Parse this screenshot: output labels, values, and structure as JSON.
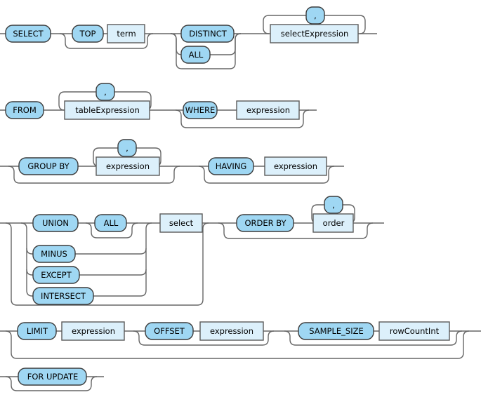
{
  "diagram": {
    "kind": "railroad-syntax-diagram",
    "colors": {
      "keyword_fill": "#9fd7f3",
      "rule_fill": "#dcf0fb",
      "node_border": "#3c3c3c",
      "line": "#666666",
      "text": "#000000",
      "background": "#ffffff"
    },
    "nodes": {
      "select_kw": "SELECT",
      "top_kw": "TOP",
      "term_rule": "term",
      "distinct_kw": "DISTINCT",
      "all_kw_1": "ALL",
      "comma_1": ",",
      "select_expression_rule": "selectExpression",
      "from_kw": "FROM",
      "comma_2": ",",
      "table_expression_rule": "tableExpression",
      "where_kw": "WHERE",
      "expression_rule_1": "expression",
      "group_by_kw": "GROUP BY",
      "comma_3": ",",
      "expression_rule_2": "expression",
      "having_kw": "HAVING",
      "expression_rule_3": "expression",
      "union_kw": "UNION",
      "all_kw_2": "ALL",
      "minus_kw": "MINUS",
      "except_kw": "EXCEPT",
      "intersect_kw": "INTERSECT",
      "select_rule": "select",
      "order_by_kw": "ORDER BY",
      "comma_4": ",",
      "order_rule": "order",
      "limit_kw": "LIMIT",
      "expression_rule_4": "expression",
      "offset_kw": "OFFSET",
      "expression_rule_5": "expression",
      "sample_size_kw": "SAMPLE_SIZE",
      "row_count_int_rule": "rowCountInt",
      "for_update_kw": "FOR UPDATE"
    }
  }
}
